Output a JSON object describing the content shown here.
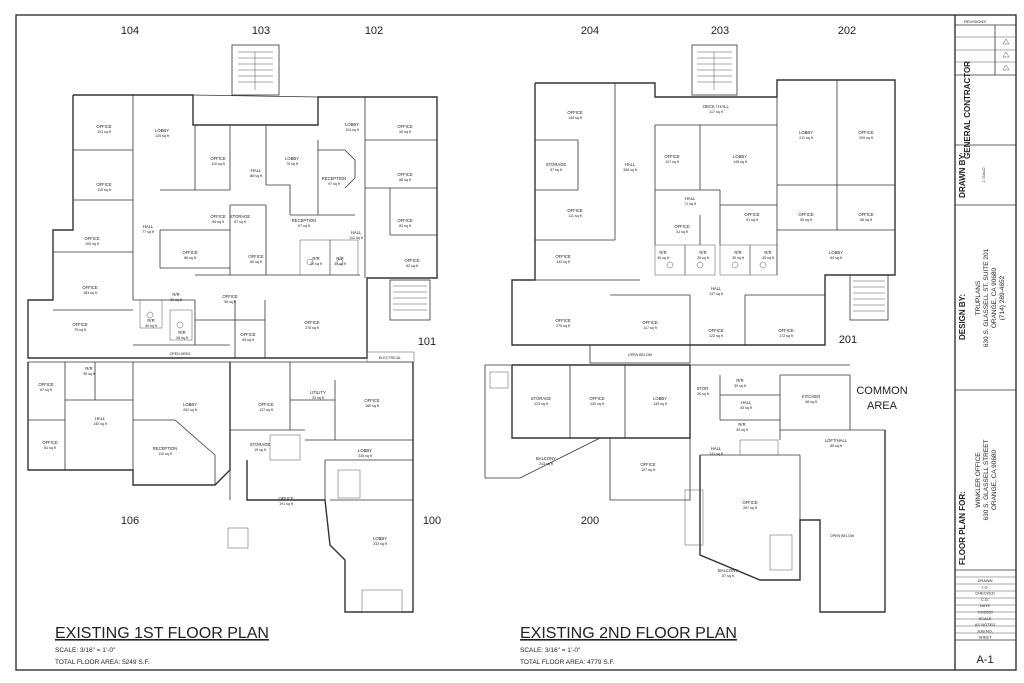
{
  "floor1": {
    "title": "EXISTING 1ST FLOOR PLAN",
    "scale": "SCALE: 3/16\" = 1'-0\"",
    "area": "TOTAL FLOOR AREA: 5249 S.F.",
    "unit_labels": [
      "104",
      "103",
      "102",
      "101",
      "106",
      "100"
    ],
    "rooms": [
      {
        "name": "OFFICE",
        "size": "103 sq ft"
      },
      {
        "name": "LOBBY",
        "size": "125 sq ft"
      },
      {
        "name": "OFFICE",
        "size": "110 sq ft"
      },
      {
        "name": "LOBBY",
        "size": "70 sq ft"
      },
      {
        "name": "HALL",
        "size": "88 sq ft"
      },
      {
        "name": "LOBBY",
        "size": "124 sq ft"
      },
      {
        "name": "OFFICE",
        "size": "90 sq ft"
      },
      {
        "name": "RECEPTION",
        "size": "97 sq ft"
      },
      {
        "name": "OFFICE",
        "size": "88 sq ft"
      },
      {
        "name": "OFFICE",
        "size": "115 sq ft"
      },
      {
        "name": "HALL",
        "size": "77 sq ft"
      },
      {
        "name": "OFFICE",
        "size": "84 sq ft"
      },
      {
        "name": "STORAGE",
        "size": "67 sq ft"
      },
      {
        "name": "RECEPTION",
        "size": "67 sq ft"
      },
      {
        "name": "OFFICE",
        "size": "83 sq ft"
      },
      {
        "name": "HALL",
        "size": "112 sq ft"
      },
      {
        "name": "OFFICE",
        "size": "100 sq ft"
      },
      {
        "name": "OFFICE",
        "size": "86 sq ft"
      },
      {
        "name": "OFFICE",
        "size": "80 sq ft"
      },
      {
        "name": "OFFICE",
        "size": "62 sq ft"
      },
      {
        "name": "OFFICE",
        "size": "183 sq ft"
      },
      {
        "name": "OFFICE",
        "size": "95 sq ft"
      },
      {
        "name": "OFFICE",
        "size": "75 sq ft"
      },
      {
        "name": "OFFICE",
        "size": "95 sq ft"
      },
      {
        "name": "OFFICE",
        "size": "278 sq ft"
      },
      {
        "name": "OFFICE",
        "size": "67 sq ft"
      },
      {
        "name": "HALL",
        "size": "140 sq ft"
      },
      {
        "name": "LOBBY",
        "size": "262 sq ft"
      },
      {
        "name": "OFFICE",
        "size": "137 sq ft"
      },
      {
        "name": "UTILITY",
        "size": "33 sq ft"
      },
      {
        "name": "OFFICE",
        "size": "180 sq ft"
      },
      {
        "name": "OFFICE",
        "size": "81 sq ft"
      },
      {
        "name": "RECEPTION",
        "size": "110 sq ft"
      },
      {
        "name": "STORAGE",
        "size": "19 sq ft"
      },
      {
        "name": "LOBBY",
        "size": "235 sq ft"
      },
      {
        "name": "OFFICE",
        "size": "191 sq ft"
      },
      {
        "name": "LOBBY",
        "size": "233 sq ft"
      }
    ],
    "rr": [
      {
        "name": "R/R",
        "size": "30 sq ft"
      },
      {
        "name": "R/R",
        "size": "30 sq ft"
      },
      {
        "name": "R/R",
        "size": "30 sq ft"
      },
      {
        "name": "R/R",
        "size": "40 sq ft"
      },
      {
        "name": "R/R",
        "size": "28 sq ft"
      },
      {
        "name": "R/R",
        "size": "35 sq ft"
      }
    ],
    "notes": [
      "OPEN AREA",
      "ELECTRICAL"
    ]
  },
  "floor2": {
    "title": "EXISTING 2ND FLOOR PLAN",
    "scale": "SCALE: 3/16\" = 1'-0\"",
    "area": "TOTAL FLOOR AREA: 4779 S.F.",
    "unit_labels": [
      "204",
      "203",
      "202",
      "201",
      "200"
    ],
    "common": [
      "COMMON",
      "AREA"
    ],
    "rooms": [
      {
        "name": "OFFICE",
        "size": "148 sq ft"
      },
      {
        "name": "DECK / HALL",
        "size": "117 sq ft"
      },
      {
        "name": "LOBBY",
        "size": "211 sq ft"
      },
      {
        "name": "OFFICE",
        "size": "209 sq ft"
      },
      {
        "name": "STORAGE",
        "size": "57 sq ft"
      },
      {
        "name": "HALL",
        "size": "308 sq ft"
      },
      {
        "name": "OFFICE",
        "size": "107 sq ft"
      },
      {
        "name": "LOBBY",
        "size": "145 sq ft"
      },
      {
        "name": "OFFICE",
        "size": "111 sq ft"
      },
      {
        "name": "HALL",
        "size": "71 sq ft"
      },
      {
        "name": "OFFICE",
        "size": "51 sq ft"
      },
      {
        "name": "OFFICE",
        "size": "55 sq ft"
      },
      {
        "name": "OFFICE",
        "size": "56 sq ft"
      },
      {
        "name": "OFFICE",
        "size": "142 sq ft"
      },
      {
        "name": "OFFICE",
        "size": "41 sq ft"
      },
      {
        "name": "LOBBY",
        "size": "64 sq ft"
      },
      {
        "name": "HALL",
        "size": "137 sq ft"
      },
      {
        "name": "OFFICE",
        "size": "275 sq ft"
      },
      {
        "name": "OFFICE",
        "size": "117 sq ft"
      },
      {
        "name": "OFFICE",
        "size": "122 sq ft"
      },
      {
        "name": "OFFICE",
        "size": "172 sq ft"
      },
      {
        "name": "STORAGE",
        "size": "123 sq ft"
      },
      {
        "name": "OFFICE",
        "size": "130 sq ft"
      },
      {
        "name": "LOBBY",
        "size": "139 sq ft"
      },
      {
        "name": "STOR.",
        "size": "26 sq ft"
      },
      {
        "name": "HALL",
        "size": "45 sq ft"
      },
      {
        "name": "KITCHEN",
        "size": "48 sq ft"
      },
      {
        "name": "BALCONY",
        "size": "243 sq ft"
      },
      {
        "name": "HALL",
        "size": "131 sq ft"
      },
      {
        "name": "OFFICE",
        "size": "157 sq ft"
      },
      {
        "name": "LOFT/HALL",
        "size": "85 sq ft"
      },
      {
        "name": "OFFICE",
        "size": "267 sq ft"
      },
      {
        "name": "BALCONY",
        "size": "87 sq ft"
      }
    ],
    "rr": [
      {
        "name": "R/R",
        "size": "30 sq ft"
      },
      {
        "name": "R/R",
        "size": "30 sq ft"
      },
      {
        "name": "R/R",
        "size": "30 sq ft"
      },
      {
        "name": "R/R",
        "size": "30 sq ft"
      },
      {
        "name": "R/R",
        "size": "30 sq ft"
      },
      {
        "name": "R/R",
        "size": "39 sq ft"
      }
    ],
    "notes": [
      "OPEN BELOW",
      "OPEN BELOW"
    ]
  },
  "title_block": {
    "revisions_header": "REVISIONS",
    "general_contractor": "GENERAL CONTRACTOR",
    "drawn_by": "DRAWN BY:",
    "drawn_name": "J. GALO",
    "design_by": "DESIGN BY:",
    "design_lines": [
      "TRUPLANS",
      "630 S. GLASSELL ST. SUITE 201",
      "ORANGE, CA 90680",
      "(714) 289-4652"
    ],
    "floor_plan_for": "FLOOR PLAN FOR:",
    "client_lines": [
      "WINKLER OFFICE",
      "630 S. GLASSELL STREET",
      "ORANGE, CA 90680"
    ],
    "info_rows": [
      "DRAWN",
      "J.G.",
      "CHECKED",
      "C.D.",
      "DATE",
      "7/2/2020",
      "SCALE",
      "AS NOTED",
      "JOB NO.",
      "SHEET"
    ],
    "sheet_no": "A-1"
  }
}
